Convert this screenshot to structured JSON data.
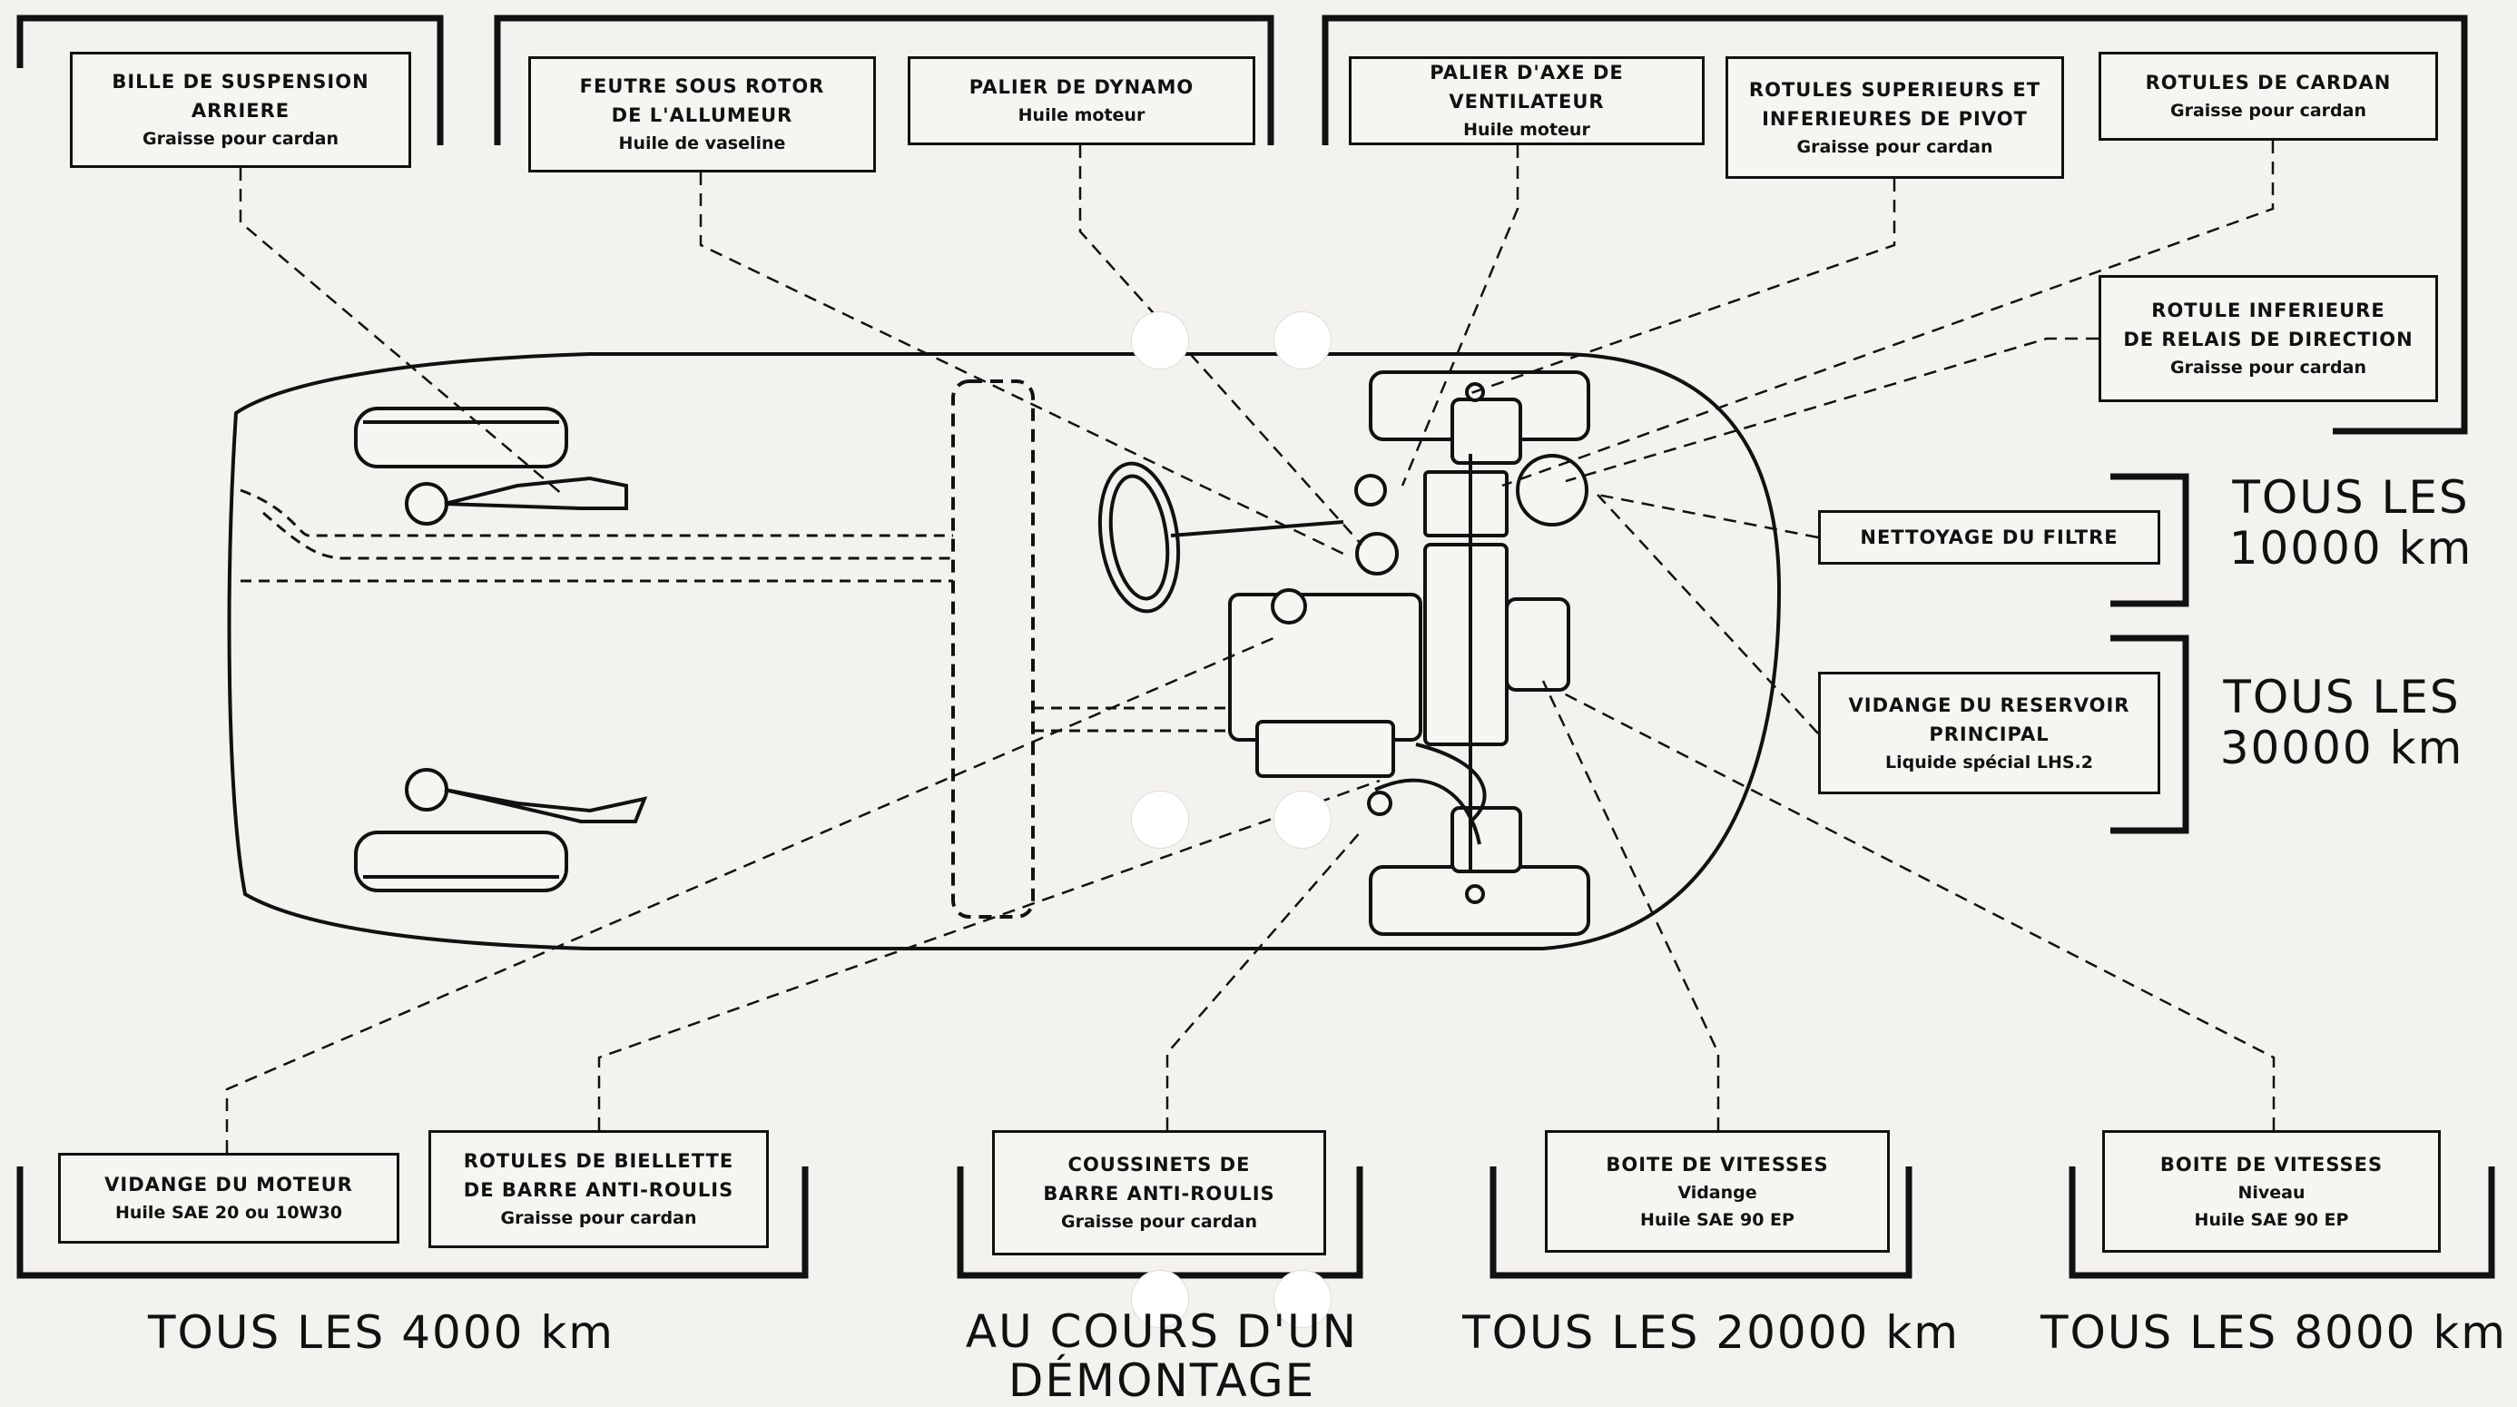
{
  "boxes": {
    "bille_suspension": {
      "title": [
        "BILLE DE SUSPENSION",
        "ARRIERE"
      ],
      "sub": "Graisse pour cardan"
    },
    "feutre_rotor": {
      "title": [
        "FEUTRE SOUS ROTOR",
        "DE L'ALLUMEUR"
      ],
      "sub": "Huile de vaseline"
    },
    "palier_dynamo": {
      "title": [
        "PALIER DE DYNAMO"
      ],
      "sub": "Huile moteur"
    },
    "palier_ventilateur": {
      "title": [
        "PALIER D'AXE DE VENTILATEUR"
      ],
      "sub": "Huile moteur"
    },
    "rotules_pivot": {
      "title": [
        "ROTULES SUPERIEURS ET",
        "INFERIEURES DE PIVOT"
      ],
      "sub": "Graisse pour cardan"
    },
    "rotules_cardan": {
      "title": [
        "ROTULES DE CARDAN"
      ],
      "sub": "Graisse pour cardan"
    },
    "rotule_relais": {
      "title": [
        "ROTULE INFERIEURE",
        "DE RELAIS DE DIRECTION"
      ],
      "sub": "Graisse pour cardan"
    },
    "nettoyage_filtre": {
      "title": [
        "NETTOYAGE DU FILTRE"
      ],
      "sub": ""
    },
    "vidange_reservoir": {
      "title": [
        "VIDANGE DU RESERVOIR",
        "PRINCIPAL"
      ],
      "sub": "Liquide spécial LHS.2"
    },
    "vidange_moteur": {
      "title": [
        "VIDANGE DU MOTEUR"
      ],
      "sub": "Huile SAE 20 ou 10W30"
    },
    "rotules_biellette": {
      "title": [
        "ROTULES DE BIELLETTE",
        "DE BARRE ANTI-ROULIS"
      ],
      "sub": "Graisse pour cardan"
    },
    "coussinets": {
      "title": [
        "COUSSINETS DE",
        "BARRE ANTI-ROULIS"
      ],
      "sub": "Graisse pour cardan"
    },
    "boite_vidange": {
      "title": [
        "BOITE DE VITESSES",
        "Vidange"
      ],
      "sub": "Huile SAE 90 EP"
    },
    "boite_niveau": {
      "title": [
        "BOITE DE VITESSES",
        "Niveau"
      ],
      "sub": "Huile SAE 90 EP"
    }
  },
  "intervals": {
    "i10000": [
      "TOUS LES",
      "10000 km"
    ],
    "i30000": [
      "TOUS LES",
      "30000 km"
    ],
    "i4000": [
      "TOUS LES 4000 km"
    ],
    "montage": [
      "AU COURS D'UN",
      "DÉMONTAGE"
    ],
    "i20000": [
      "TOUS LES 20000 km"
    ],
    "i8000": [
      "TOUS LES 8000 km"
    ]
  }
}
